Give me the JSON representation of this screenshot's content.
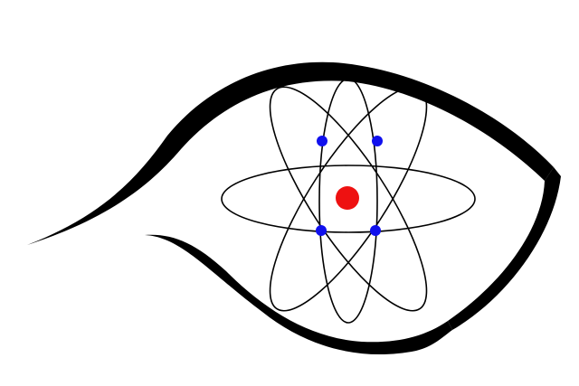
{
  "illustration": {
    "subject": "eye-with-atom",
    "colors": {
      "outline": "#000000",
      "nucleus": "#ee1111",
      "electron": "#1010ee",
      "background": "#ffffff"
    },
    "electron_count": 4,
    "orbit_count": 4
  }
}
